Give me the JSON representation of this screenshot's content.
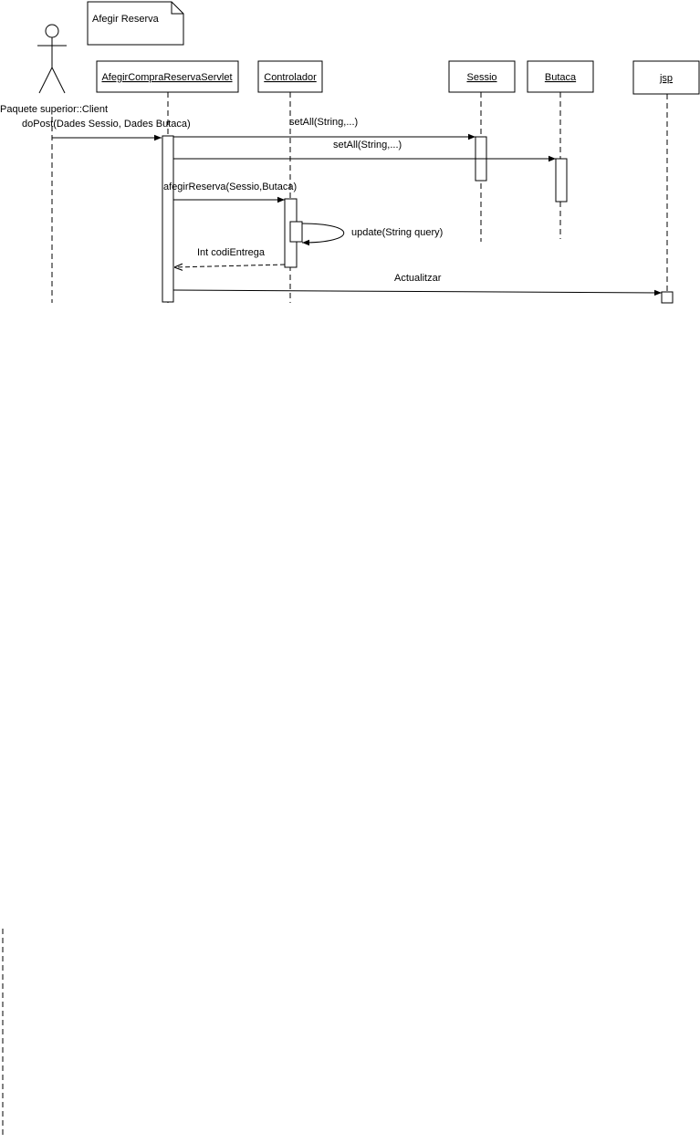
{
  "note": {
    "text": "Afegir Reserva"
  },
  "actor": {
    "name": "Paquete superior::Client"
  },
  "objects": [
    {
      "id": "servlet",
      "name": "AfegirCompraReservaServlet"
    },
    {
      "id": "controlador",
      "name": "Controlador"
    },
    {
      "id": "sessio",
      "name": "Sessio"
    },
    {
      "id": "butaca",
      "name": "Butaca"
    },
    {
      "id": "jsp",
      "name": "jsp"
    }
  ],
  "messages": [
    {
      "id": "doPost",
      "from": "Paquete superior::Client",
      "to": "AfegirCompraReservaServlet",
      "label": "doPost(Dades Sessio, Dades Butaca)",
      "kind": "call"
    },
    {
      "id": "setAll-sessio",
      "from": "AfegirCompraReservaServlet",
      "to": "Sessio",
      "label": "setAll(String,...)",
      "kind": "call"
    },
    {
      "id": "setAll-butaca",
      "from": "AfegirCompraReservaServlet",
      "to": "Butaca",
      "label": "setAll(String,...)",
      "kind": "call"
    },
    {
      "id": "afegirReserva",
      "from": "AfegirCompraReservaServlet",
      "to": "Controlador",
      "label": "afegirReserva(Sessio,Butaca)",
      "kind": "call"
    },
    {
      "id": "update",
      "from": "Controlador",
      "to": "Controlador",
      "label": "update(String query)",
      "kind": "self"
    },
    {
      "id": "return",
      "from": "Controlador",
      "to": "AfegirCompraReservaServlet",
      "label": "Int codiEntrega",
      "kind": "return"
    },
    {
      "id": "actualitzar",
      "from": "AfegirCompraReservaServlet",
      "to": "jsp",
      "label": "Actualitzar",
      "kind": "call"
    }
  ]
}
